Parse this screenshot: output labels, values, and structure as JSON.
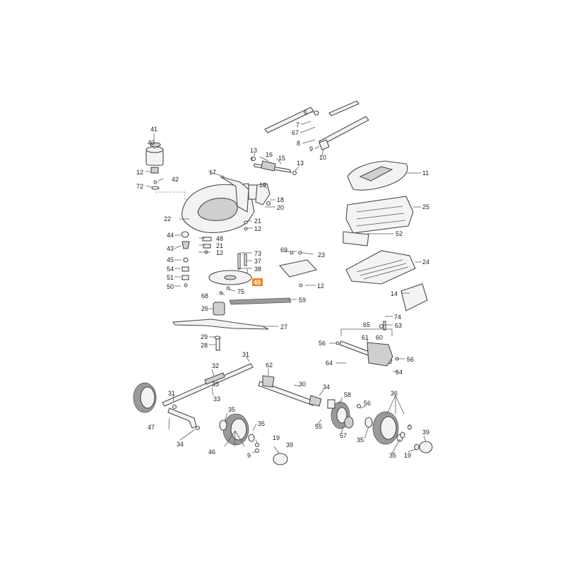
{
  "highlighted_callout": "49",
  "callouts": [
    {
      "id": "c41",
      "text": "41"
    },
    {
      "id": "c40",
      "text": "40"
    },
    {
      "id": "c12a",
      "text": "12"
    },
    {
      "id": "c42",
      "text": "42"
    },
    {
      "id": "c72",
      "text": "72"
    },
    {
      "id": "c22",
      "text": "22"
    },
    {
      "id": "c17",
      "text": "17"
    },
    {
      "id": "c13a",
      "text": "13"
    },
    {
      "id": "c16",
      "text": "16"
    },
    {
      "id": "c15",
      "text": "15"
    },
    {
      "id": "c13b",
      "text": "13"
    },
    {
      "id": "c6",
      "text": "6"
    },
    {
      "id": "c7",
      "text": "7"
    },
    {
      "id": "c67",
      "text": "67"
    },
    {
      "id": "c8",
      "text": "8"
    },
    {
      "id": "c9a",
      "text": "9"
    },
    {
      "id": "c10",
      "text": "10"
    },
    {
      "id": "c11",
      "text": "11"
    },
    {
      "id": "c25",
      "text": "25"
    },
    {
      "id": "c52",
      "text": "52"
    },
    {
      "id": "c24",
      "text": "24"
    },
    {
      "id": "c14",
      "text": "14"
    },
    {
      "id": "c19a",
      "text": "19"
    },
    {
      "id": "c18",
      "text": "18"
    },
    {
      "id": "c20",
      "text": "20"
    },
    {
      "id": "c21a",
      "text": "21"
    },
    {
      "id": "c12b",
      "text": "12"
    },
    {
      "id": "c44",
      "text": "44"
    },
    {
      "id": "c48",
      "text": "48"
    },
    {
      "id": "c21b",
      "text": "21"
    },
    {
      "id": "c43",
      "text": "43"
    },
    {
      "id": "c12c",
      "text": "12"
    },
    {
      "id": "c45",
      "text": "45"
    },
    {
      "id": "c54",
      "text": "54"
    },
    {
      "id": "c51",
      "text": "51"
    },
    {
      "id": "c50",
      "text": "50"
    },
    {
      "id": "c73",
      "text": "73"
    },
    {
      "id": "c37",
      "text": "37"
    },
    {
      "id": "c38",
      "text": "38"
    },
    {
      "id": "c69",
      "text": "69"
    },
    {
      "id": "c23",
      "text": "23"
    },
    {
      "id": "c12d",
      "text": "12"
    },
    {
      "id": "c68",
      "text": "68"
    },
    {
      "id": "c75",
      "text": "75"
    },
    {
      "id": "c59",
      "text": "59"
    },
    {
      "id": "c26",
      "text": "26"
    },
    {
      "id": "c27",
      "text": "27"
    },
    {
      "id": "c29",
      "text": "29"
    },
    {
      "id": "c28",
      "text": "28"
    },
    {
      "id": "c74",
      "text": "74"
    },
    {
      "id": "c63",
      "text": "63"
    },
    {
      "id": "c65",
      "text": "65"
    },
    {
      "id": "c61",
      "text": "61"
    },
    {
      "id": "c60",
      "text": "60"
    },
    {
      "id": "c56a",
      "text": "56"
    },
    {
      "id": "c56b",
      "text": "56"
    },
    {
      "id": "c64a",
      "text": "64"
    },
    {
      "id": "c64b",
      "text": "64"
    },
    {
      "id": "c31a",
      "text": "31"
    },
    {
      "id": "c32",
      "text": "32"
    },
    {
      "id": "c33a",
      "text": "33"
    },
    {
      "id": "c62",
      "text": "62"
    },
    {
      "id": "c30",
      "text": "30"
    },
    {
      "id": "c34a",
      "text": "34"
    },
    {
      "id": "c31b",
      "text": "31"
    },
    {
      "id": "c33b",
      "text": "33"
    },
    {
      "id": "c47",
      "text": "47"
    },
    {
      "id": "c34b",
      "text": "34"
    },
    {
      "id": "c35a",
      "text": "35"
    },
    {
      "id": "c35b",
      "text": "35"
    },
    {
      "id": "c46",
      "text": "46"
    },
    {
      "id": "c19b",
      "text": "19"
    },
    {
      "id": "c9b",
      "text": "9"
    },
    {
      "id": "c39a",
      "text": "39"
    },
    {
      "id": "c58",
      "text": "58"
    },
    {
      "id": "c55",
      "text": "55"
    },
    {
      "id": "c56c",
      "text": "56"
    },
    {
      "id": "c57",
      "text": "57"
    },
    {
      "id": "c36",
      "text": "36"
    },
    {
      "id": "c35c",
      "text": "35"
    },
    {
      "id": "c35d",
      "text": "35"
    },
    {
      "id": "c19c",
      "text": "19"
    },
    {
      "id": "c39b",
      "text": "39"
    }
  ]
}
